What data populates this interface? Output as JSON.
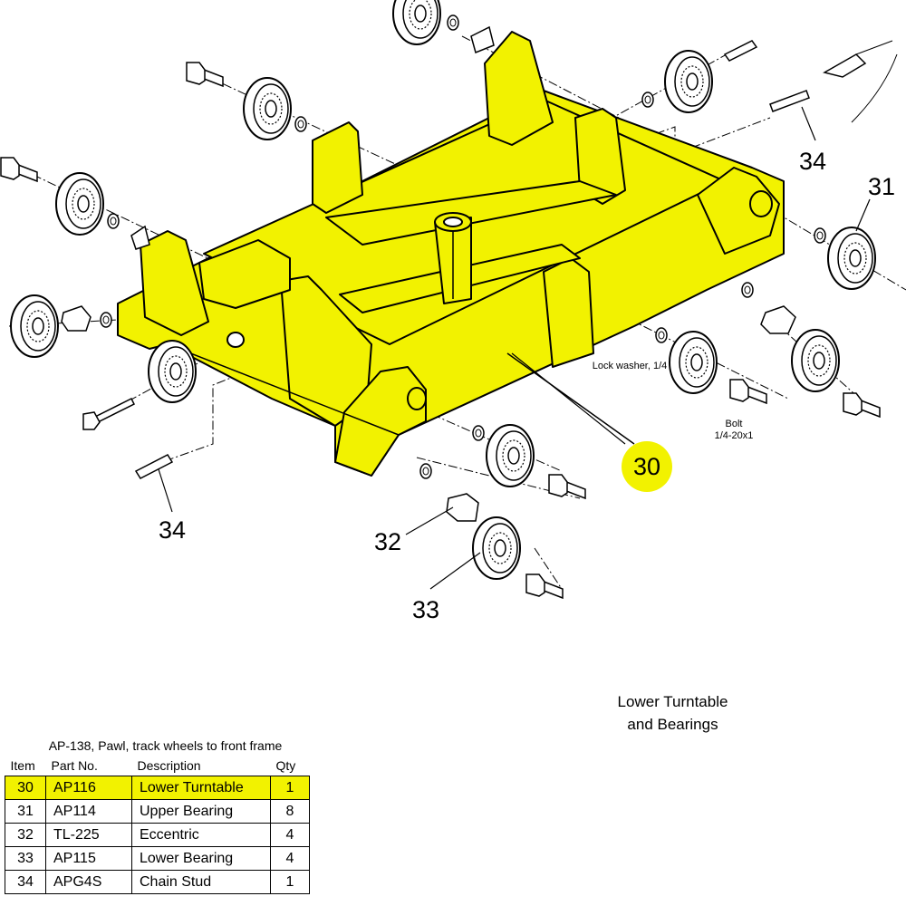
{
  "callouts": {
    "item30": "30",
    "item31": "31",
    "item32": "32",
    "item33": "33",
    "item34_top": "34",
    "item34_left": "34"
  },
  "notes": {
    "lock_washer": "Lock washer, 1/4",
    "bolt_line1": "Bolt",
    "bolt_line2": "1/4-20x1"
  },
  "assembly_title": {
    "line1": "Lower Turntable",
    "line2": "and Bearings"
  },
  "parts_list": {
    "caption": "AP-138, Pawl, track wheels to front frame",
    "headers": {
      "item": "Item",
      "part_no": "Part No.",
      "description": "Description",
      "qty": "Qty"
    },
    "rows": [
      {
        "item": "30",
        "part_no": "AP116",
        "description": "Lower Turntable",
        "qty": "1"
      },
      {
        "item": "31",
        "part_no": "AP114",
        "description": "Upper Bearing",
        "qty": "8"
      },
      {
        "item": "32",
        "part_no": "TL-225",
        "description": "Eccentric",
        "qty": "4"
      },
      {
        "item": "33",
        "part_no": "AP115",
        "description": "Lower Bearing",
        "qty": "4"
      },
      {
        "item": "34",
        "part_no": "APG4S",
        "description": "Chain Stud",
        "qty": "1"
      }
    ]
  },
  "colors": {
    "highlight": "#f2f200",
    "outline": "#000000"
  }
}
